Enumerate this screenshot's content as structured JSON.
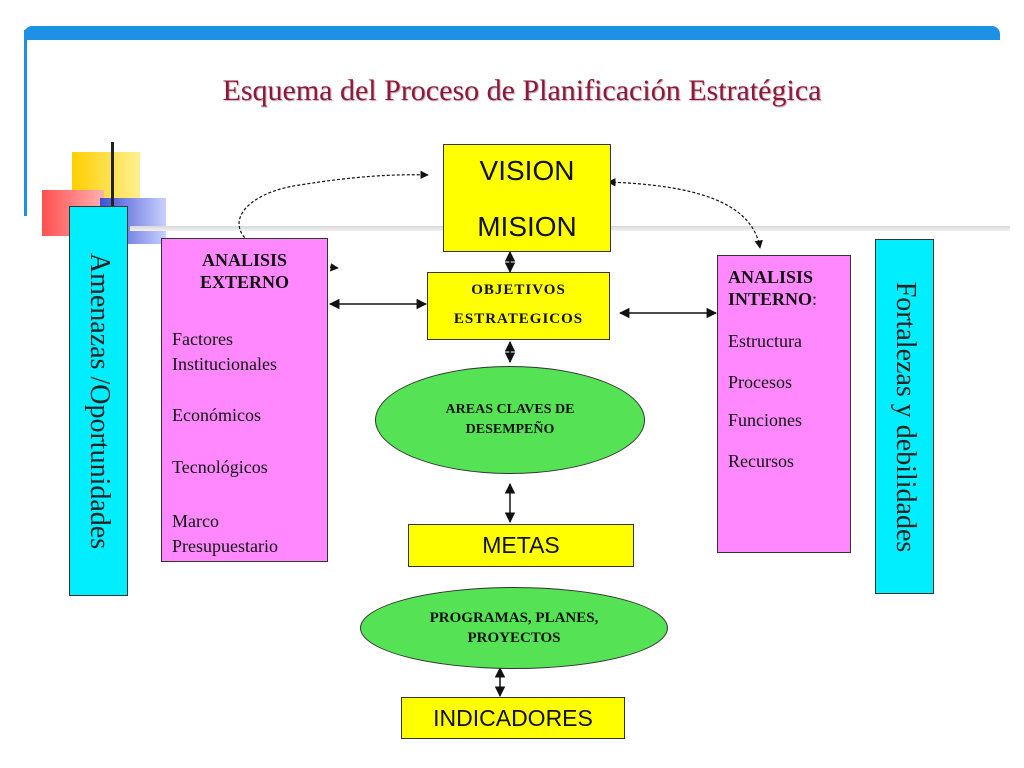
{
  "title": "Esquema  del Proceso de Planificación Estratégica",
  "vision_mision": {
    "vision": "VISION",
    "mision": "MISION"
  },
  "objetivos": {
    "line1": "OBJETIVOS",
    "line2": "ESTRATEGICOS"
  },
  "areas": {
    "line1": "AREAS CLAVES DE",
    "line2": "DESEMPEÑO"
  },
  "metas": "METAS",
  "programas": {
    "line1": "PROGRAMAS, PLANES,",
    "line2": "PROYECTOS"
  },
  "indicadores": "INDICADORES",
  "analisis_externo": {
    "heading1": "ANALISIS",
    "heading2": "EXTERNO",
    "items": [
      "Factores",
      "Institucionales",
      "Económicos",
      "Tecnológicos",
      "Marco",
      "Presupuestario"
    ]
  },
  "analisis_interno": {
    "heading1": "ANALISIS",
    "heading2": "INTERNO",
    "colon": ":",
    "items": [
      "Estructura",
      "Procesos",
      "Funciones",
      "Recursos"
    ]
  },
  "left_side": "Amenazas /Oportunidades",
  "right_side": "Fortalezas y debilidades",
  "colors": {
    "accent_bar": "#1e90e6",
    "title": "#8b1a3a",
    "yellow_box": "#ffff00",
    "pink_box": "#ff88ff",
    "cyan_box": "#00eeff",
    "ellipse": "#55e255"
  }
}
